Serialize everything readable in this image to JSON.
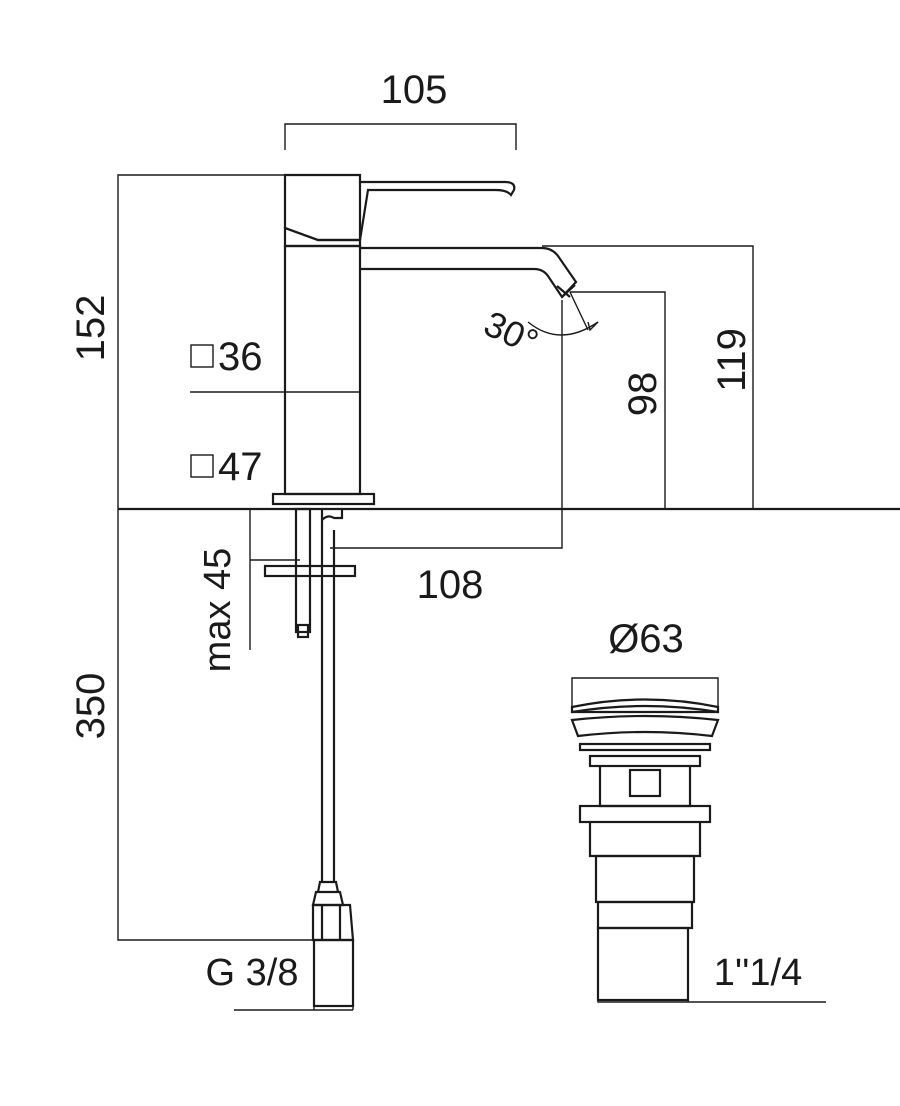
{
  "drawing": {
    "dimensions": {
      "width_top": "105",
      "height_overall": "152",
      "spout_height": "119",
      "outlet_height": "98",
      "projection": "108",
      "swivel_angle": "30°",
      "max_thickness": "max 45",
      "hose_length": "350",
      "connection": "G 3/8",
      "waste_diameter": "Ø63",
      "waste_thread": "1''1/4"
    },
    "sections": [
      {
        "symbol": "□",
        "value": "36"
      },
      {
        "symbol": "□",
        "value": "47"
      }
    ]
  }
}
